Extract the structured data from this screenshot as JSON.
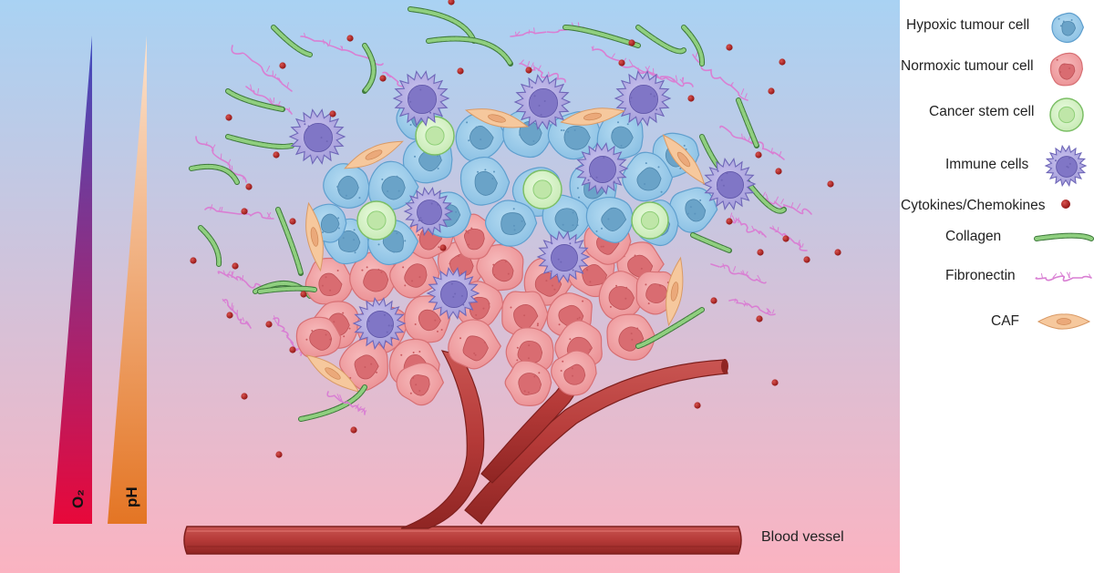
{
  "gradients": {
    "o2": {
      "label": "O₂",
      "top_color": "#3f4fc2",
      "bottom_color": "#e8083a"
    },
    "ph": {
      "label": "pH",
      "top_color": "#fbe3cf",
      "bottom_color": "#e47524"
    }
  },
  "background": {
    "top_color": "#a9d2f3",
    "bottom_color": "#fbb3c1"
  },
  "legend": [
    {
      "label": "Hypoxic tumour cell",
      "icon": "hypoxic-cell-icon",
      "color": "#9ccbe8"
    },
    {
      "label": "Normoxic tumour cell",
      "icon": "normoxic-cell-icon",
      "color": "#f2a4a8"
    },
    {
      "label": "Cancer stem cell",
      "icon": "stem-cell-icon",
      "color": "#d7f2c8"
    },
    {
      "label": "Immune cells",
      "icon": "immune-cell-icon",
      "color": "#b3acdf"
    },
    {
      "label": "Cytokines/Chemokines",
      "icon": "cytokine-dot-icon",
      "color": "#9e1a1a"
    },
    {
      "label": "Collagen",
      "icon": "collagen-strand-icon",
      "color": "#5d9a55"
    },
    {
      "label": "Fibronectin",
      "icon": "fibronectin-strand-icon",
      "color": "#d97fd3"
    },
    {
      "label": "CAF",
      "icon": "caf-cell-icon",
      "color": "#f6c89d"
    }
  ],
  "vessel": {
    "label": "Blood vessel",
    "color": "#b8403e"
  }
}
